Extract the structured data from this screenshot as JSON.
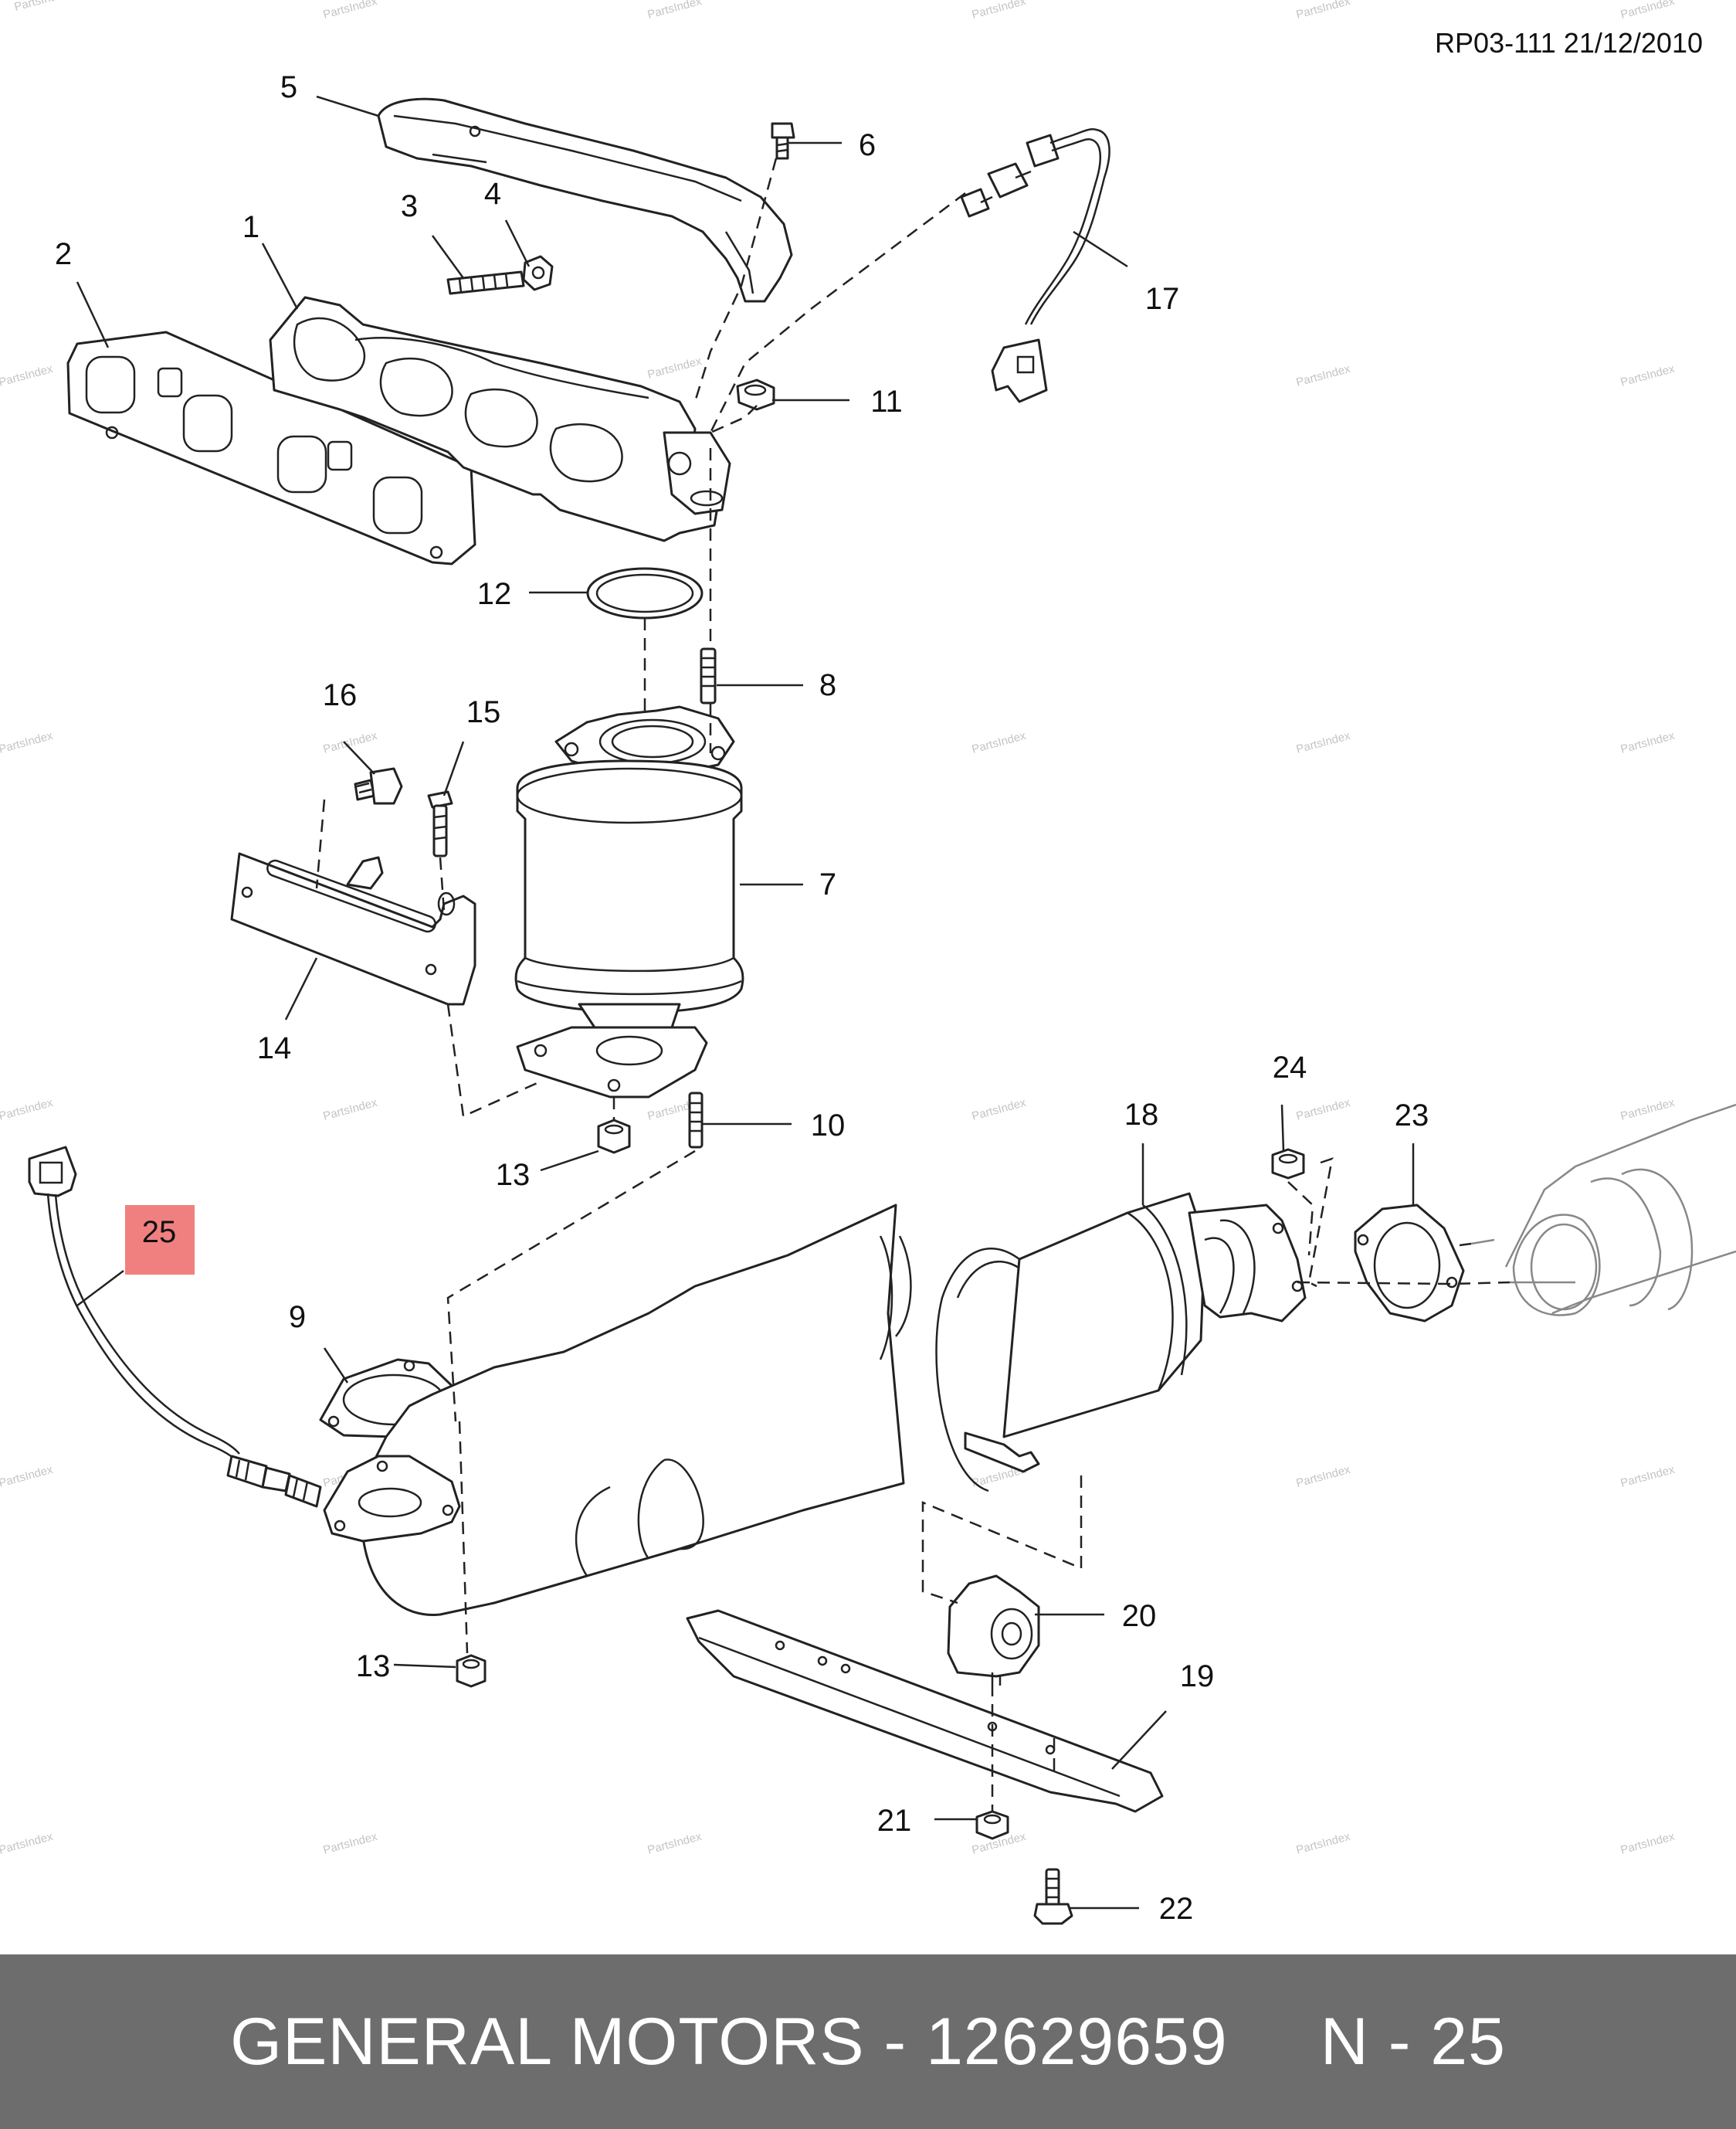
{
  "reference": "RP03-111 21/12/2010",
  "watermark": "PartsIndex",
  "footer": {
    "brand_part": "GENERAL MOTORS - 12629659",
    "position": "N - 25"
  },
  "highlight_color": "#f08080",
  "footer_color": "#6d6d6d",
  "callouts": [
    {
      "id": "1",
      "label": "1"
    },
    {
      "id": "2",
      "label": "2"
    },
    {
      "id": "3",
      "label": "3"
    },
    {
      "id": "4",
      "label": "4"
    },
    {
      "id": "5",
      "label": "5"
    },
    {
      "id": "6",
      "label": "6"
    },
    {
      "id": "7",
      "label": "7"
    },
    {
      "id": "8",
      "label": "8"
    },
    {
      "id": "9",
      "label": "9"
    },
    {
      "id": "10",
      "label": "10"
    },
    {
      "id": "11",
      "label": "11"
    },
    {
      "id": "12",
      "label": "12"
    },
    {
      "id": "13a",
      "label": "13"
    },
    {
      "id": "13b",
      "label": "13"
    },
    {
      "id": "14",
      "label": "14"
    },
    {
      "id": "15",
      "label": "15"
    },
    {
      "id": "16",
      "label": "16"
    },
    {
      "id": "17",
      "label": "17"
    },
    {
      "id": "18",
      "label": "18"
    },
    {
      "id": "19",
      "label": "19"
    },
    {
      "id": "20",
      "label": "20"
    },
    {
      "id": "21",
      "label": "21"
    },
    {
      "id": "22",
      "label": "22"
    },
    {
      "id": "23",
      "label": "23"
    },
    {
      "id": "24",
      "label": "24"
    },
    {
      "id": "25",
      "label": "25",
      "highlighted": true
    }
  ]
}
